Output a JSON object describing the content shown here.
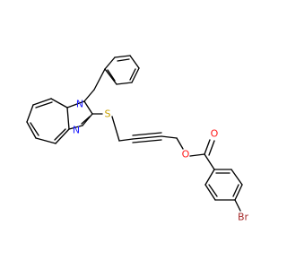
{
  "molecule": {
    "atom_labels": {
      "n_ring": "N",
      "n_imine": "N",
      "sulfur": "S",
      "o_ester": "O",
      "o_carbonyl": "O",
      "bromine": "Br"
    },
    "colors": {
      "bond": "#000000",
      "nitrogen": "#2020ff",
      "sulfur": "#c8a000",
      "oxygen": "#ff1a1a",
      "bromine": "#a52a2a"
    }
  }
}
